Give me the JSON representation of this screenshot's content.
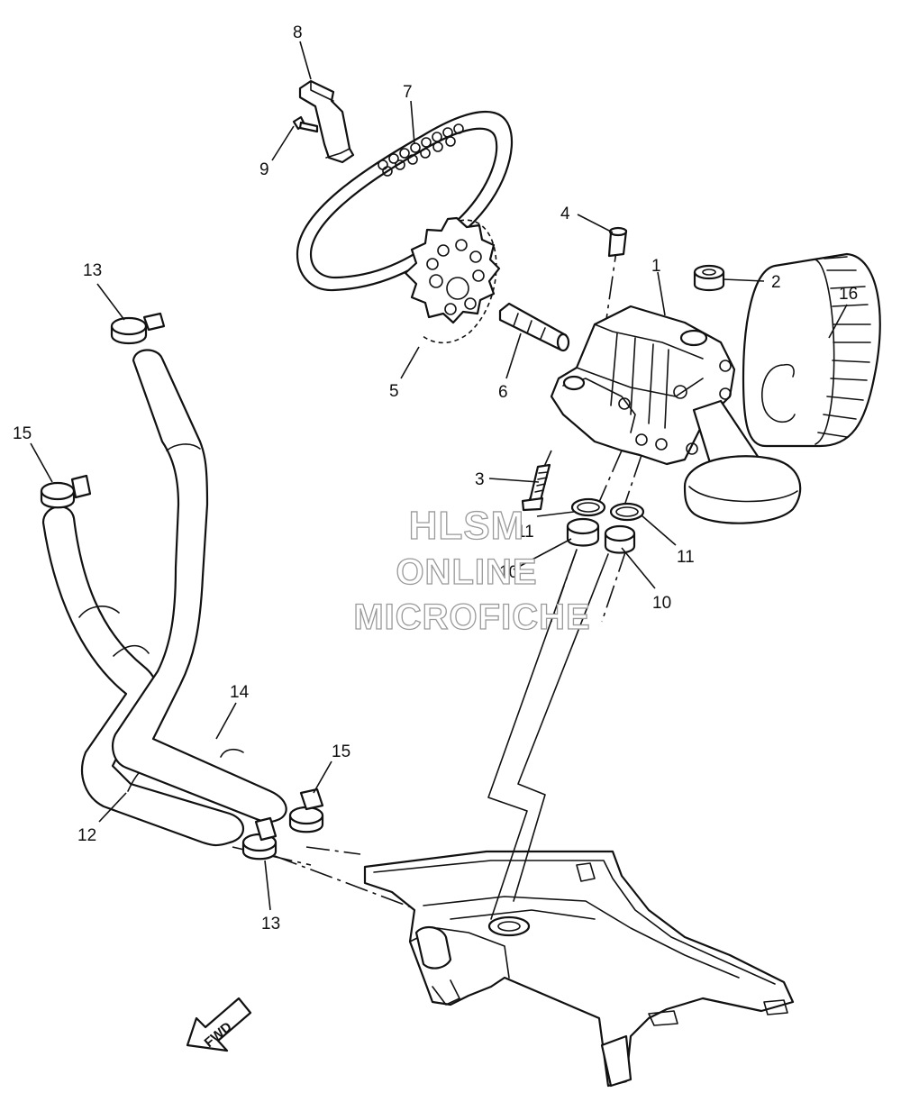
{
  "callouts": {
    "c1": "1",
    "c2": "2",
    "c3": "3",
    "c4": "4",
    "c5": "5",
    "c6": "6",
    "c7": "7",
    "c8": "8",
    "c9": "9",
    "c10a": "10",
    "c10b": "10",
    "c11a": "11",
    "c11b": "11",
    "c12": "12",
    "c13a": "13",
    "c13b": "13",
    "c14": "14",
    "c15a": "15",
    "c15b": "15",
    "c16": "16"
  },
  "watermark": {
    "line1": "HLSM",
    "line2": "ONLINE",
    "line3": "MICROFICHE"
  },
  "direction_label": "FWD"
}
